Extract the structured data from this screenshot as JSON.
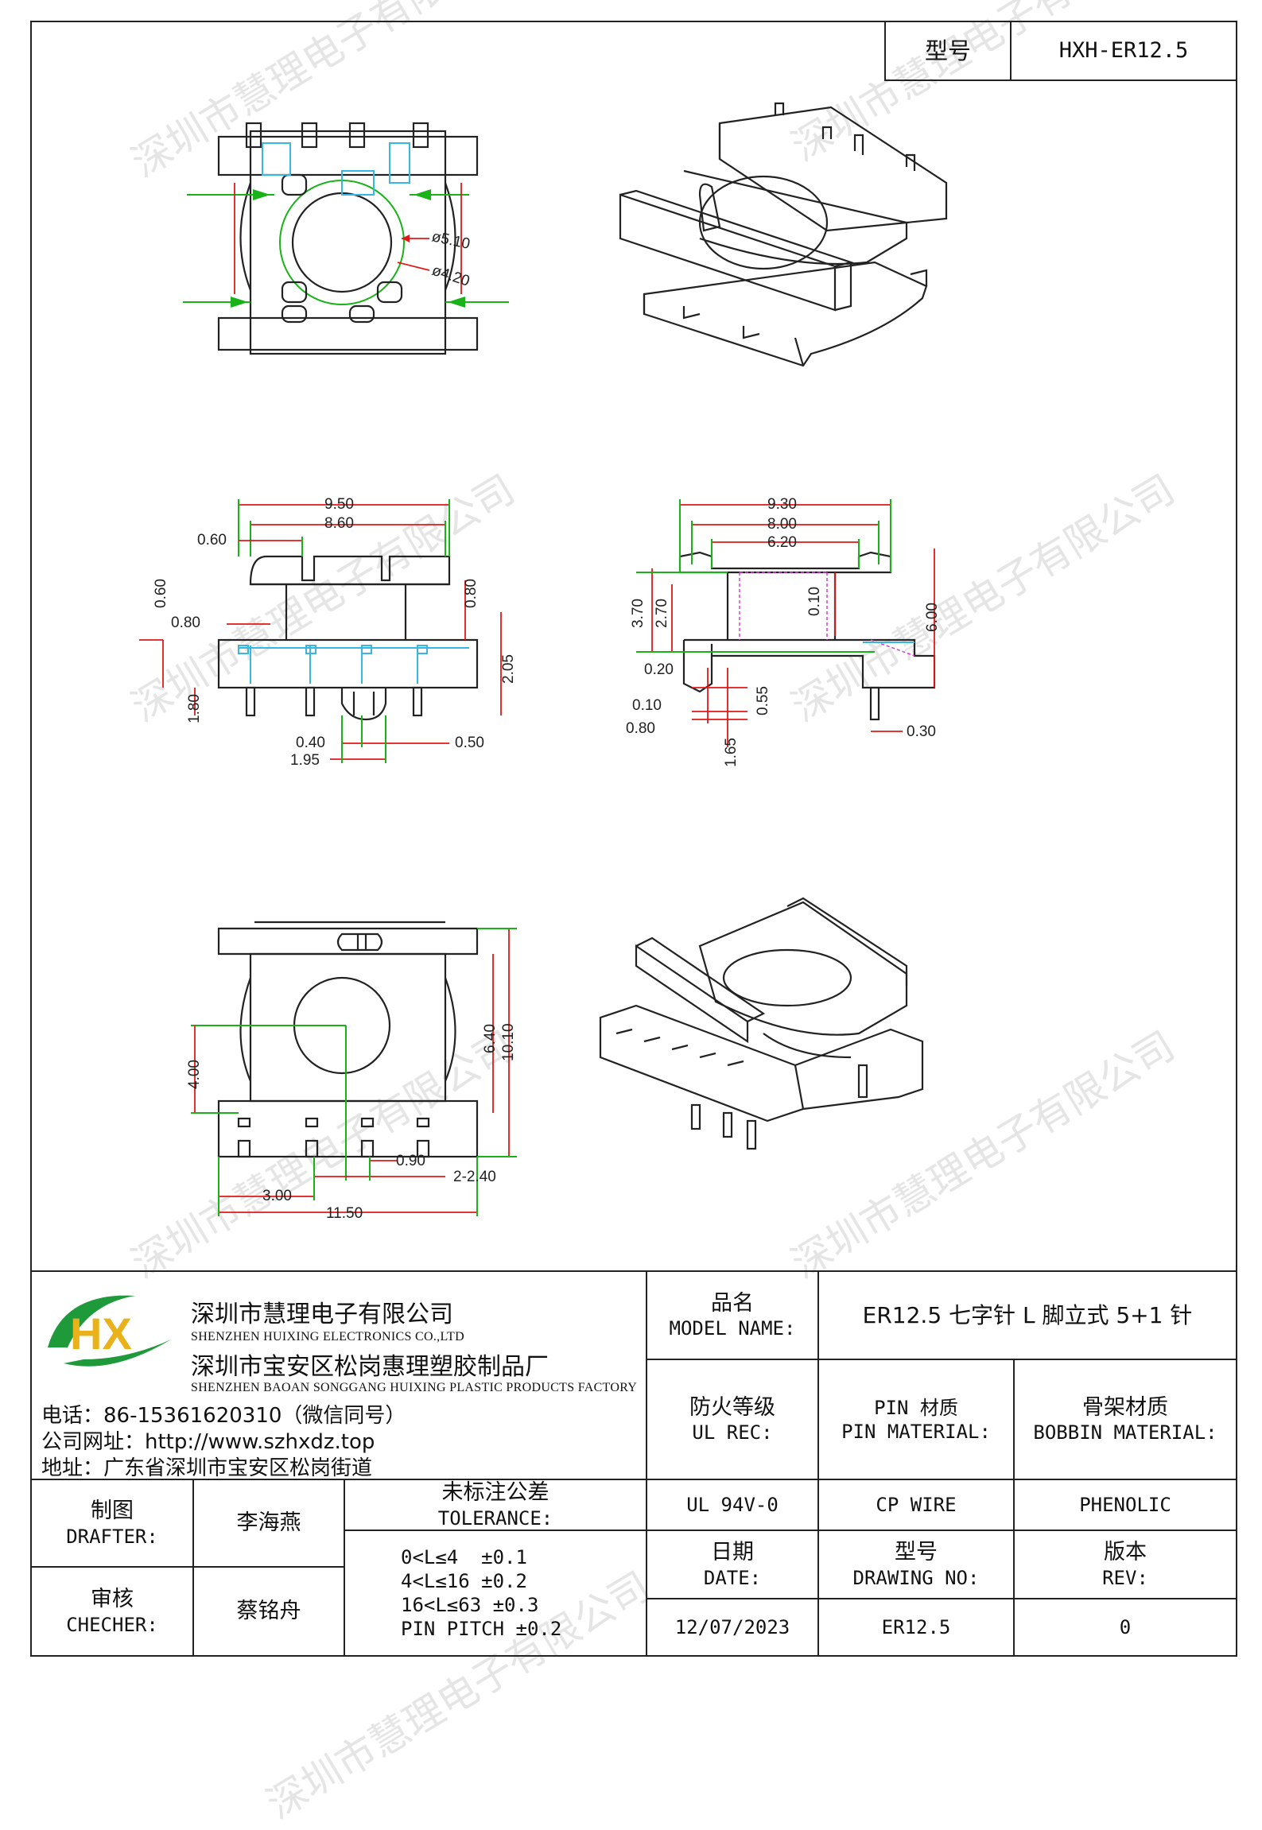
{
  "header": {
    "model_label": "型号",
    "model_value": "HXH-ER12.5"
  },
  "dimensions": {
    "top_view": [
      "ø5.10",
      "ø4.20"
    ],
    "front_view": [
      "9.50",
      "8.60",
      "0.60",
      "0.60",
      "0.80",
      "0.80",
      "2.05",
      "1.80",
      "0.40",
      "1.95",
      "0.50"
    ],
    "side_view": [
      "9.30",
      "8.00",
      "6.20",
      "3.70",
      "2.70",
      "0.10",
      "6.00",
      "0.20",
      "0.55",
      "0.10",
      "0.80",
      "1.65",
      "0.30"
    ],
    "bottom_view": [
      "4.00",
      "6.40",
      "10.10",
      "0.90",
      "2-2.40",
      "3.00",
      "11.50"
    ]
  },
  "company": {
    "name_cn": "深圳市慧理电子有限公司",
    "name_en": "SHENZHEN HUIXING ELECTRONICS CO.,LTD",
    "factory_cn": "深圳市宝安区松岗惠理塑胶制品厂",
    "factory_en": "SHENZHEN BAOAN SONGGANG HUIXING PLASTIC PRODUCTS FACTORY",
    "phone": "电话：86-15361620310（微信同号）",
    "website": "公司网址：http://www.szhxdz.top",
    "address": "地址：广东省深圳市宝安区松岗街道",
    "logo_letters": "HX"
  },
  "title_block": {
    "product_label_cn": "品名",
    "product_label_en": "MODEL NAME:",
    "product_value": "ER12.5 七字针 L 脚立式 5+1 针",
    "fire_label_cn": "防火等级",
    "fire_label_en": "UL REC:",
    "pin_label_cn": "PIN 材质",
    "pin_label_en": "PIN MATERIAL:",
    "bobbin_label_cn": "骨架材质",
    "bobbin_label_en": "BOBBIN MATERIAL:",
    "fire_value": "UL 94V-0",
    "pin_value": "CP WIRE",
    "bobbin_value": "PHENOLIC",
    "drafter_label_cn": "制图",
    "drafter_label_en": "DRAFTER:",
    "drafter_value": "李海燕",
    "checker_label_cn": "审核",
    "checker_label_en": "CHECHER:",
    "checker_value": "蔡铭舟",
    "tolerance_label_cn": "未标注公差",
    "tolerance_label_en": "TOLERANCE:",
    "tolerance_lines": [
      "0<L≤4  ±0.1",
      "4<L≤16 ±0.2",
      "16<L≤63 ±0.3",
      "PIN PITCH ±0.2"
    ],
    "date_label_cn": "日期",
    "date_label_en": "DATE:",
    "date_value": "12/07/2023",
    "drawing_label_cn": "型号",
    "drawing_label_en": "DRAWING NO:",
    "drawing_value": "ER12.5",
    "rev_label_cn": "版本",
    "rev_label_en": "REV:",
    "rev_value": "0"
  },
  "watermark_text": "深圳市慧理电子有限公司",
  "colors": {
    "line": "#222222",
    "dimension_green": "#19b219",
    "dimension_red": "#e01818",
    "pin_cyan": "#38b8e0",
    "logo_green": "#1f9a3a",
    "logo_yellow": "#e9b21b"
  }
}
